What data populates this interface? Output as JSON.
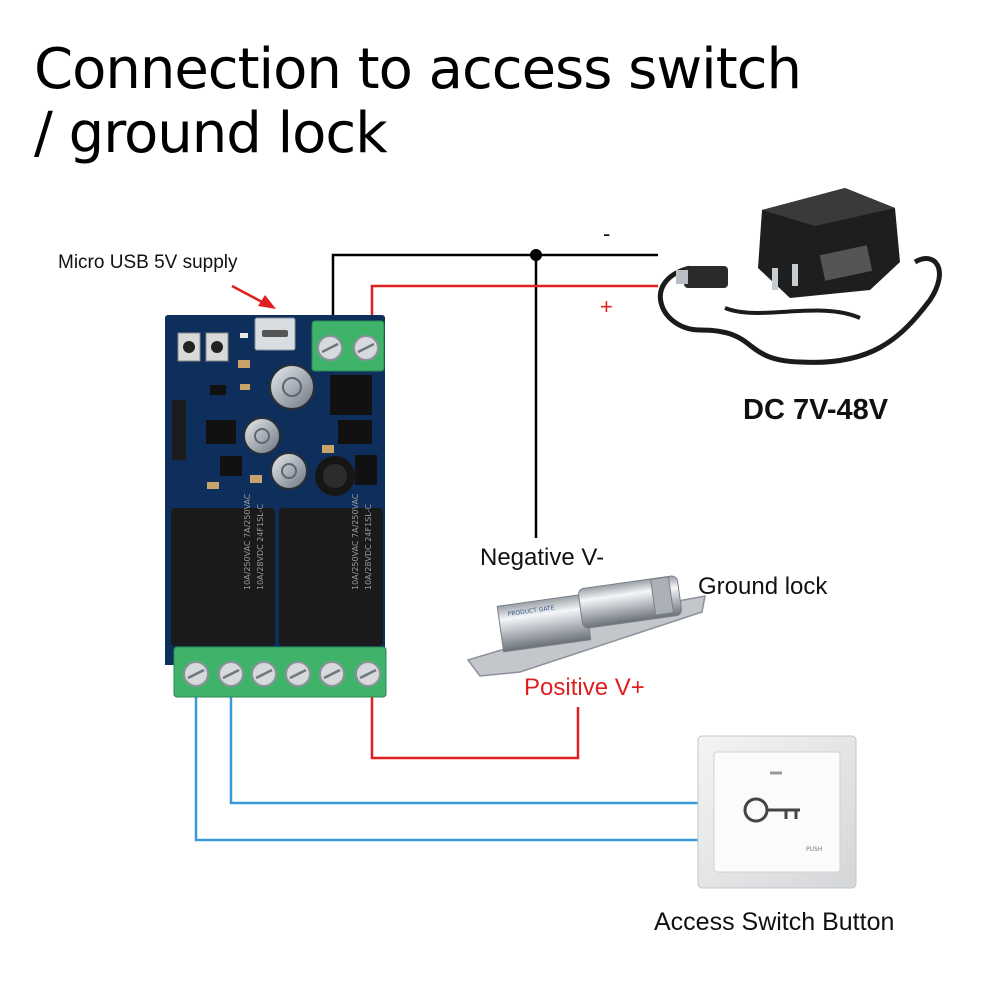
{
  "title_line1": "Connection to access switch",
  "title_line2": "/ ground lock",
  "labels": {
    "micro_usb": "Micro USB 5V supply",
    "minus": "-",
    "plus": "+",
    "dc_range": "DC 7V-48V",
    "negative": "Negative V-",
    "ground_lock": "Ground lock",
    "positive": "Positive V+",
    "access_button": "Access Switch Button"
  },
  "device_text": {
    "lock_brand": "PRODUCT GATE",
    "push": "PUSH",
    "relay_rating_1": "10A/250VAC  7A/250VAC",
    "relay_rating_2": "10A/28VDC  24F1SL-C"
  },
  "colors": {
    "negative_wire": "#000000",
    "positive_wire": "#e02020",
    "switch_wire": "#3a9ad9",
    "pcb": "#0e2e5c",
    "terminal": "#3fb36a",
    "relay": "#1a1a1a"
  },
  "icons": [
    "power-adapter-icon",
    "key-icon",
    "arrow-icon"
  ]
}
